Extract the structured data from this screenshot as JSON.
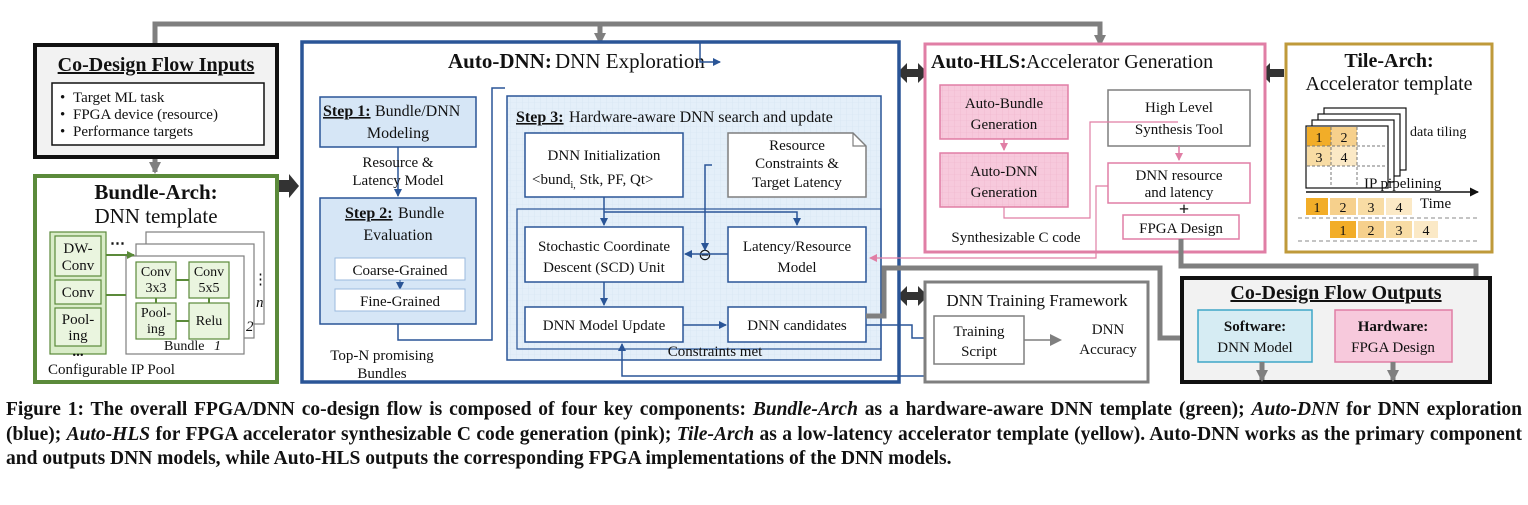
{
  "colors": {
    "green": "#5b8a3a",
    "blue": "#2a5597",
    "pink": "#e07ea5",
    "yellow": "#bf9a3a",
    "gray": "#7f7f7f",
    "lightblue": "#dbeaf7",
    "lightgreen": "#d9ecc8",
    "lightpink": "#f7c9dc"
  },
  "inputs": {
    "title": "Co-Design Flow Inputs",
    "items": [
      "Target ML task",
      "FPGA device (resource)",
      "Performance targets"
    ]
  },
  "bundle_arch": {
    "title_bold": "Bundle-Arch:",
    "title_rest": "DNN template",
    "pool_items": [
      "DW-",
      "Conv",
      "Conv",
      "Pool-",
      "ing"
    ],
    "pool_dots": "...",
    "conv3_a": "Conv",
    "conv3_b": "3x3",
    "conv5_a": "Conv",
    "conv5_b": "5x5",
    "pool_a": "Pool-",
    "pool_b": "ing",
    "relu": "Relu",
    "bundle_label": "Bundle",
    "bundle_num": "1",
    "num2": "2",
    "numn": "n",
    "footer": "Configurable IP Pool"
  },
  "auto_dnn": {
    "title_bold": "Auto-DNN:",
    "title_rest": " DNN Exploration",
    "step1_bold": "Step 1:",
    "step1_rest": " Bundle/DNN",
    "step1_line2": "Modeling",
    "res_lat_1": "Resource &",
    "res_lat_2": "Latency Model",
    "step2_bold": "Step 2:",
    "step2_rest": " Bundle",
    "step2_line2": "Evaluation",
    "coarse": "Coarse-Grained",
    "fine": "Fine-Grained",
    "topn_1": "Top-N promising",
    "topn_2": "Bundles",
    "step3_bold": "Step 3:",
    "step3_rest": " Hardware-aware DNN search and update",
    "init_1": "DNN Initialization",
    "init_2a": "<bund",
    "init_2sub": "i,",
    "init_2b": " Stk, PF, Qt>",
    "rc_1": "Resource",
    "rc_2": "Constraints &",
    "rc_3": "Target Latency",
    "scd_1": "Stochastic Coordinate",
    "scd_2": "Descent (SCD) Unit",
    "lrm_1": "Latency/Resource",
    "lrm_2": "Model",
    "update": "DNN Model Update",
    "candidates": "DNN candidates",
    "constraints_met": "Constraints met",
    "minus": "⊖"
  },
  "auto_hls": {
    "title_bold": "Auto-HLS:",
    "title_rest": " Accelerator Generation",
    "bundle_gen_1": "Auto-Bundle",
    "bundle_gen_2": "Generation",
    "dnn_gen_1": "Auto-DNN",
    "dnn_gen_2": "Generation",
    "hls_1": "High Level",
    "hls_2": "Synthesis Tool",
    "res_1": "DNN resource",
    "res_2": "and latency",
    "plus": "+",
    "fpga": "FPGA Design",
    "synth": "Synthesizable C code"
  },
  "tile_arch": {
    "title_bold": "Tile-Arch:",
    "title_rest": "Accelerator template",
    "tiles": [
      "1",
      "2",
      "3",
      "4"
    ],
    "data_tiling": "data tiling",
    "ip_pipelining": "IP pipelining",
    "time": "Time"
  },
  "training": {
    "title": "DNN Training Framework",
    "script_1": "Training",
    "script_2": "Script",
    "acc_1": "DNN",
    "acc_2": "Accuracy"
  },
  "outputs": {
    "title": "Co-Design Flow Outputs",
    "sw_bold": "Software:",
    "sw_rest": "DNN Model",
    "hw_bold": "Hardware:",
    "hw_rest": "FPGA Design"
  },
  "caption": {
    "p1": "Figure 1: The overall FPGA/DNN co-design flow is composed of four key components: ",
    "i1": "Bundle-Arch",
    "p2": " as a hardware-aware DNN template (green); ",
    "i2": "Auto-DNN",
    "p3": " for DNN exploration (blue); ",
    "i3": "Auto-HLS",
    "p4": " for FPGA accelerator synthesizable C code generation (pink); ",
    "i4": "Tile-Arch",
    "p5": " as a low-latency accelerator template (yellow). Auto-DNN works as the primary component and outputs DNN models, while Auto-HLS outputs the corresponding FPGA implementations of the DNN models."
  }
}
